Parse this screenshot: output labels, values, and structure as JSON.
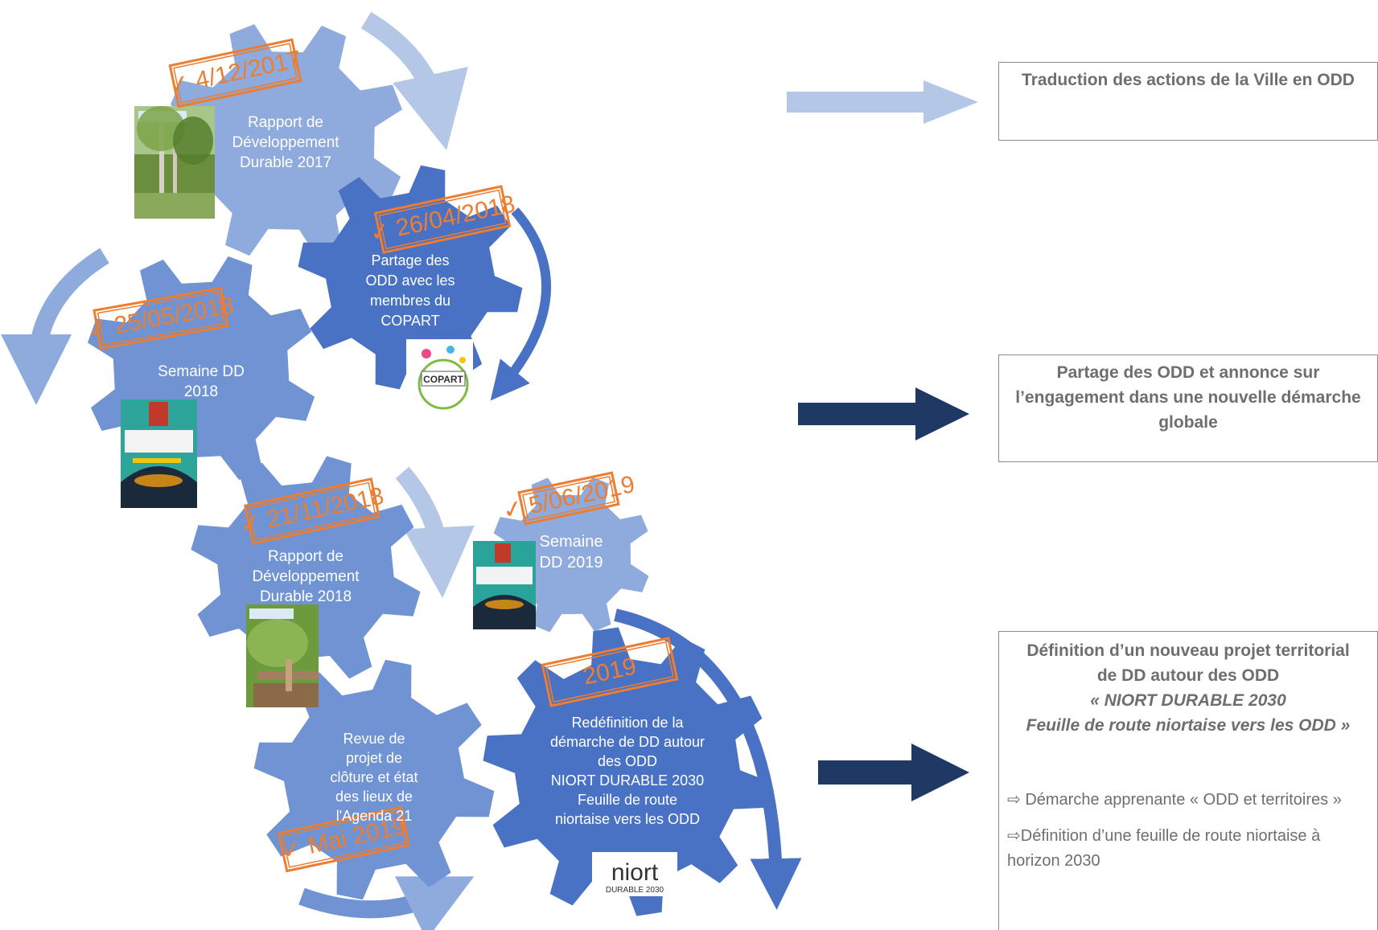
{
  "colors": {
    "gear_light": "#8faadc",
    "gear_mid": "#6f93d3",
    "gear_dark": "#4a72c4",
    "arrow_light": "#b4c7e7",
    "arrow_dark": "#203864",
    "stamp": "#ed7d31",
    "box_text": "#6e6e6e"
  },
  "gears": [
    {
      "name": "rapport-dd-2017",
      "lines": [
        "Rapport de",
        "Développement",
        "Durable 2017"
      ],
      "stamp": "✓ 4/12/2017"
    },
    {
      "name": "partage-odd-copart",
      "lines": [
        "Partage des",
        "ODD avec les",
        "membres du",
        "COPART"
      ],
      "stamp": "✓ 26/04/2018"
    },
    {
      "name": "semaine-dd-2018",
      "lines": [
        "Semaine DD",
        "2018"
      ],
      "stamp": "✓ 25/05/2018"
    },
    {
      "name": "rapport-dd-2018",
      "lines": [
        "Rapport de",
        "Développement",
        "Durable 2018"
      ],
      "stamp": "✓ 21/11/2018"
    },
    {
      "name": "semaine-dd-2019",
      "lines": [
        "Semaine",
        "DD 2019"
      ],
      "stamp": "✓ 5/06/2019"
    },
    {
      "name": "revue-projet-agenda21",
      "lines": [
        "Revue de",
        "projet de",
        "clôture et état",
        "des lieux de",
        "l'Agenda 21"
      ],
      "stamp": "✓ Mai 2019"
    },
    {
      "name": "redefinition-demarche",
      "lines": [
        "Redéfinition de la",
        "démarche de DD autour",
        "des ODD",
        "NIORT DURABLE 2030",
        "Feuille de route",
        "niortaise vers les ODD"
      ],
      "stamp": "2019"
    }
  ],
  "logos": {
    "copart": "COPART",
    "niort": "niort",
    "niort_sub": "DURABLE 2030"
  },
  "boxes": {
    "box1": {
      "title": "Traduction des actions de la Ville en ODD"
    },
    "box2": {
      "title": "Partage des ODD et annonce sur l’engagement dans une nouvelle démarche globale"
    },
    "box3": {
      "title_line1": "Définition d’un nouveau projet territorial",
      "title_line2": "de DD autour des ODD",
      "title_line3": "« NIORT DURABLE 2030",
      "title_line4": "Feuille de route niortaise vers les ODD »",
      "bullet1": "⇨ Démarche apprenante « ODD et territoires »",
      "bullet2": "⇨Définition d’une feuille de route niortaise à horizon 2030"
    }
  }
}
